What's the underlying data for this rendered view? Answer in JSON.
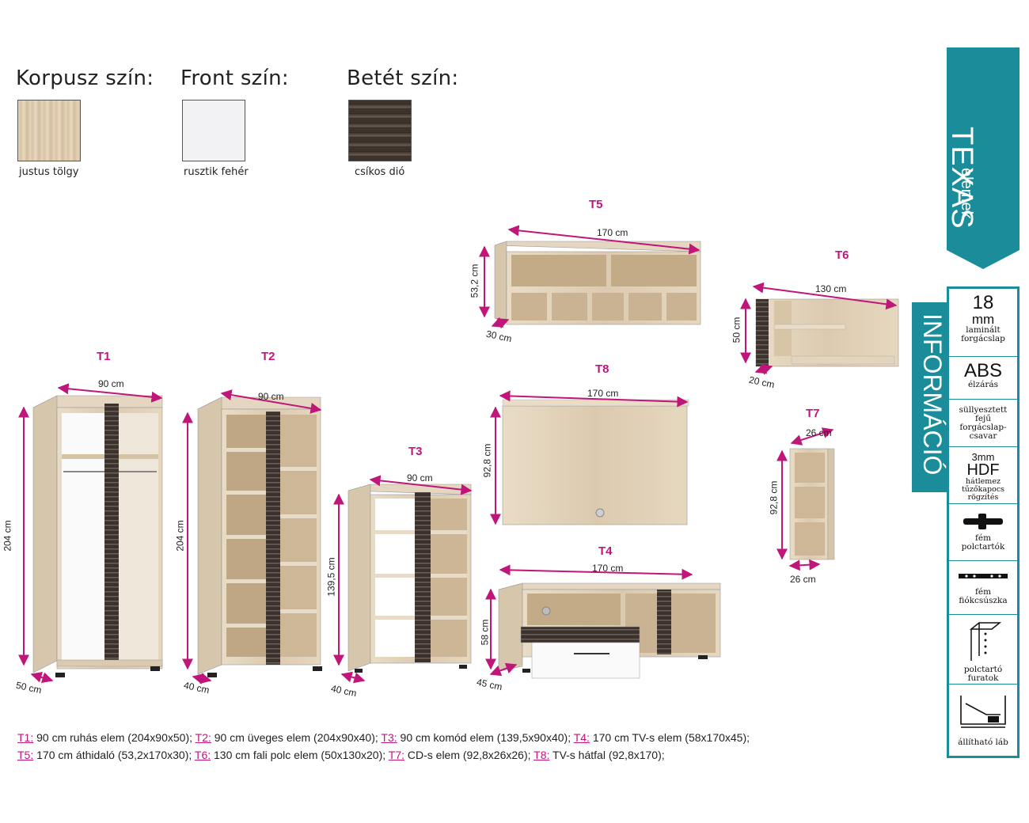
{
  "swatches": [
    {
      "title": "Korpusz szín:",
      "label": "justus tölgy"
    },
    {
      "title": "Front szín:",
      "label": "rusztik fehér"
    },
    {
      "title": "Betét szín:",
      "label": "csíkos dió"
    }
  ],
  "units": {
    "T1": {
      "label": "T1",
      "w": "90 cm",
      "h": "204 cm",
      "d": "50 cm"
    },
    "T2": {
      "label": "T2",
      "w": "90 cm",
      "h": "204 cm",
      "d": "40 cm"
    },
    "T3": {
      "label": "T3",
      "w": "90 cm",
      "h": "139,5 cm",
      "d": "40 cm"
    },
    "T4": {
      "label": "T4",
      "w": "170 cm",
      "h": "58 cm",
      "d": "45 cm"
    },
    "T5": {
      "label": "T5",
      "w": "170 cm",
      "h": "53,2 cm",
      "d": "30 cm"
    },
    "T6": {
      "label": "T6",
      "w": "130 cm",
      "h": "50 cm",
      "d": "20 cm"
    },
    "T7": {
      "label": "T7",
      "w": "26 cm",
      "h": "92,8 cm",
      "d": "26 cm"
    },
    "T8": {
      "label": "T8",
      "w": "170 cm",
      "h": "92,8 cm"
    }
  },
  "legend": {
    "line1": [
      {
        "code": "T1:",
        "text": " 90 cm ruhás elem (204x90x50); "
      },
      {
        "code": "T2:",
        "text": " 90 cm üveges elem (204x90x40); "
      },
      {
        "code": "T3:",
        "text": " 90 cm komód elem (139,5x90x40); "
      },
      {
        "code": "T4:",
        "text": " 170 cm TV-s elem (58x170x45);"
      }
    ],
    "line2": [
      {
        "code": "T5:",
        "text": " 170 cm áthidaló (53,2x170x30); "
      },
      {
        "code": "T6:",
        "text": " 130 cm fali polc elem (50x130x20); "
      },
      {
        "code": "T7:",
        "text": " CD-s elem (92,8x26x26); "
      },
      {
        "code": "T8:",
        "text": " TV-s hátfal (92,8x170);"
      }
    ]
  },
  "sidebar": {
    "title": "TEXAS",
    "subtitle": "elemek",
    "info": "INFORMÁCIÓ",
    "items": [
      {
        "big": "18",
        "mid": "mm",
        "small": [
          "laminált",
          "forgácslap"
        ]
      },
      {
        "big": "ABS",
        "small": [
          "élzárás"
        ]
      },
      {
        "small": [
          "süllyesztett",
          "fejű",
          "forgácslap-",
          "csavar"
        ]
      },
      {
        "mid": "3mm",
        "big": "HDF",
        "small": [
          "hátlemez",
          "tűzőkapocs",
          "rögzítés"
        ]
      },
      {
        "small": [
          "fém",
          "polctartók"
        ]
      },
      {
        "small": [
          "fém",
          "fiókcsúszka"
        ]
      },
      {
        "small": [
          "polctartó",
          "furatok"
        ]
      },
      {
        "small": [
          "állítható láb"
        ]
      }
    ]
  },
  "colors": {
    "accent": "#c0167a",
    "teal": "#1a8c9a",
    "oak": "#e6d6bd",
    "walnut": "#3d332d"
  }
}
